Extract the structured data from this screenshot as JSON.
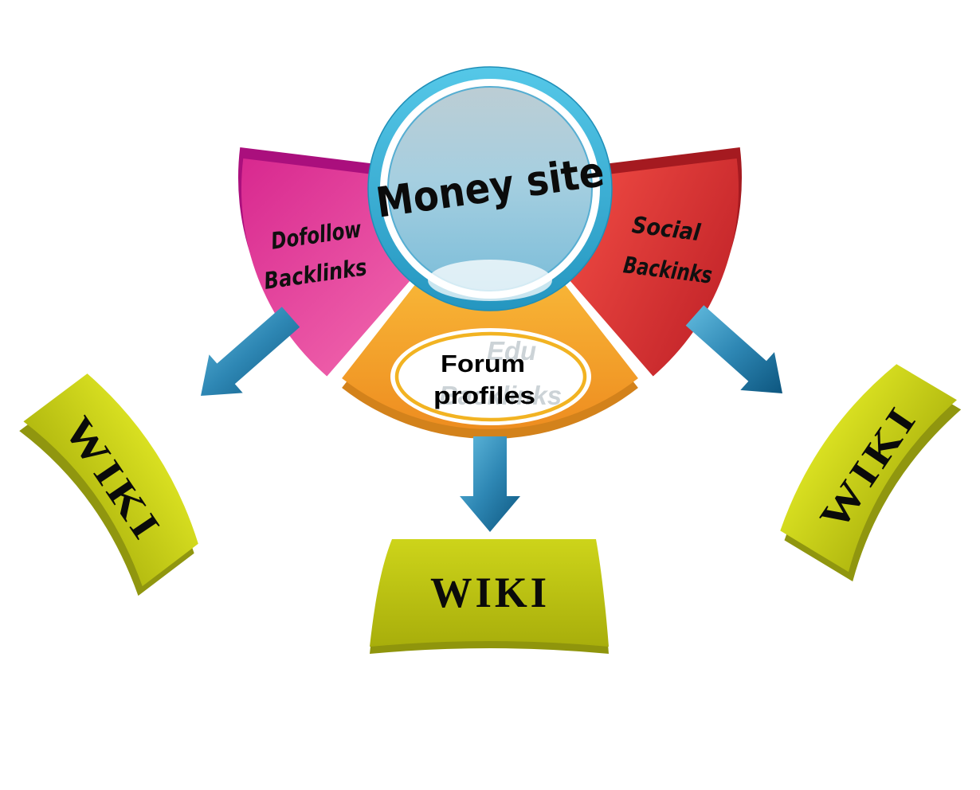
{
  "diagram": {
    "center": {
      "label": "Money site"
    },
    "segments": {
      "dofollow": {
        "line1": "Dofollow",
        "line2": "Backlinks",
        "color": "#d8288f"
      },
      "social": {
        "line1": "Social",
        "line2": "Backinks",
        "color": "#d32f2f"
      },
      "forum": {
        "line1": "Forum",
        "line2": "profiles",
        "color": "#f39c1f",
        "ghost": {
          "line1": "Edu",
          "line2": "Backlinks"
        }
      }
    },
    "wikis": {
      "left": {
        "label": "WIKI"
      },
      "center": {
        "label": "WIKI"
      },
      "right": {
        "label": "WIKI"
      }
    },
    "colors": {
      "circle_ring": "#3cb4dc",
      "circle_inner": "#9dcde2",
      "arrow_blue": "#1c6f9e",
      "wiki_yellow": "#c6cd15",
      "ellipse_border": "#f2b322",
      "text": "#0b0b0b"
    }
  }
}
